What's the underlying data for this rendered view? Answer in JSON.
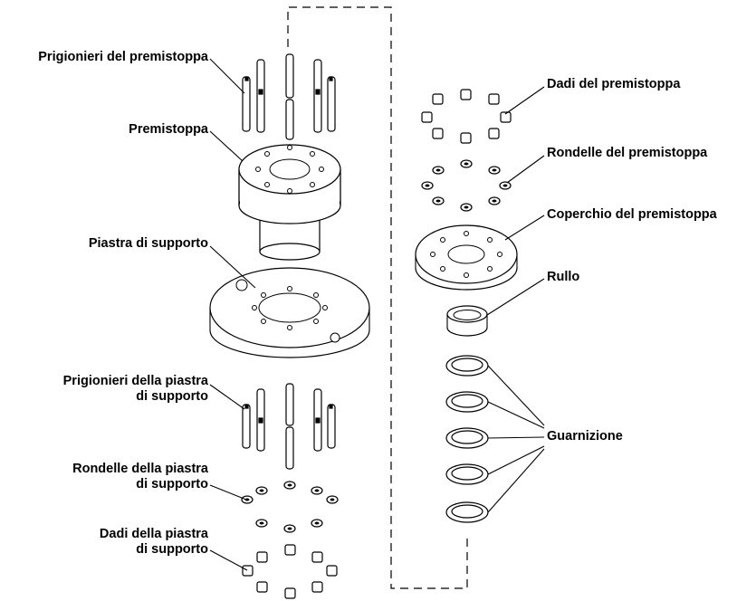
{
  "labels": {
    "prigionieri_premistoppa": "Prigionieri del premistoppa",
    "premistoppa": "Premistoppa",
    "piastra_supporto": "Piastra di supporto",
    "prigionieri_piastra_1": "Prigionieri della piastra",
    "prigionieri_piastra_2": "di supporto",
    "rondelle_piastra_1": "Rondelle della piastra",
    "rondelle_piastra_2": "di supporto",
    "dadi_piastra_1": "Dadi della piastra",
    "dadi_piastra_2": "di supporto",
    "dadi_premistoppa": "Dadi del premistoppa",
    "rondelle_premistoppa": "Rondelle del premistoppa",
    "coperchio_premistoppa": "Coperchio del premistoppa",
    "rullo": "Rullo",
    "guarnizione": "Guarnizione"
  }
}
